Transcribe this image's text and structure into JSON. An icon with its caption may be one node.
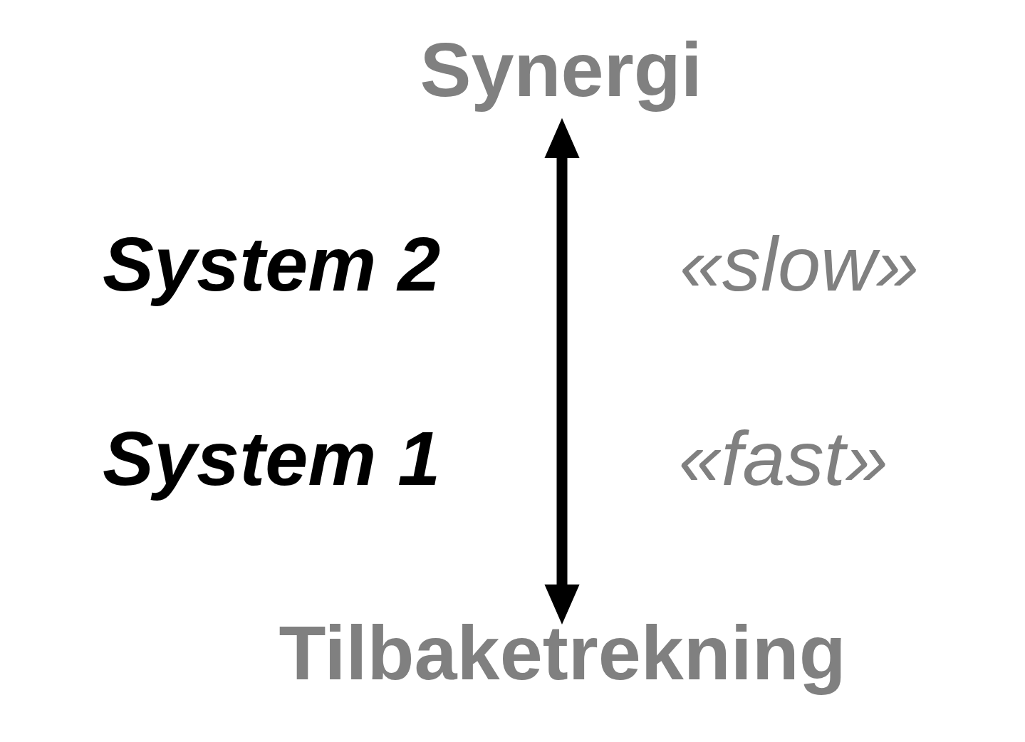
{
  "diagram": {
    "nodes": [
      {
        "text": [
          "Synergi"
        ]
      },
      {
        "text": [
          "Tilbaketrekning"
        ]
      }
    ],
    "edges": [
      {
        "from": 0,
        "to": 1,
        "arrow": "both"
      }
    ],
    "labels": [
      "System 2",
      "«slow»",
      "System 1",
      "«fast»"
    ]
  }
}
